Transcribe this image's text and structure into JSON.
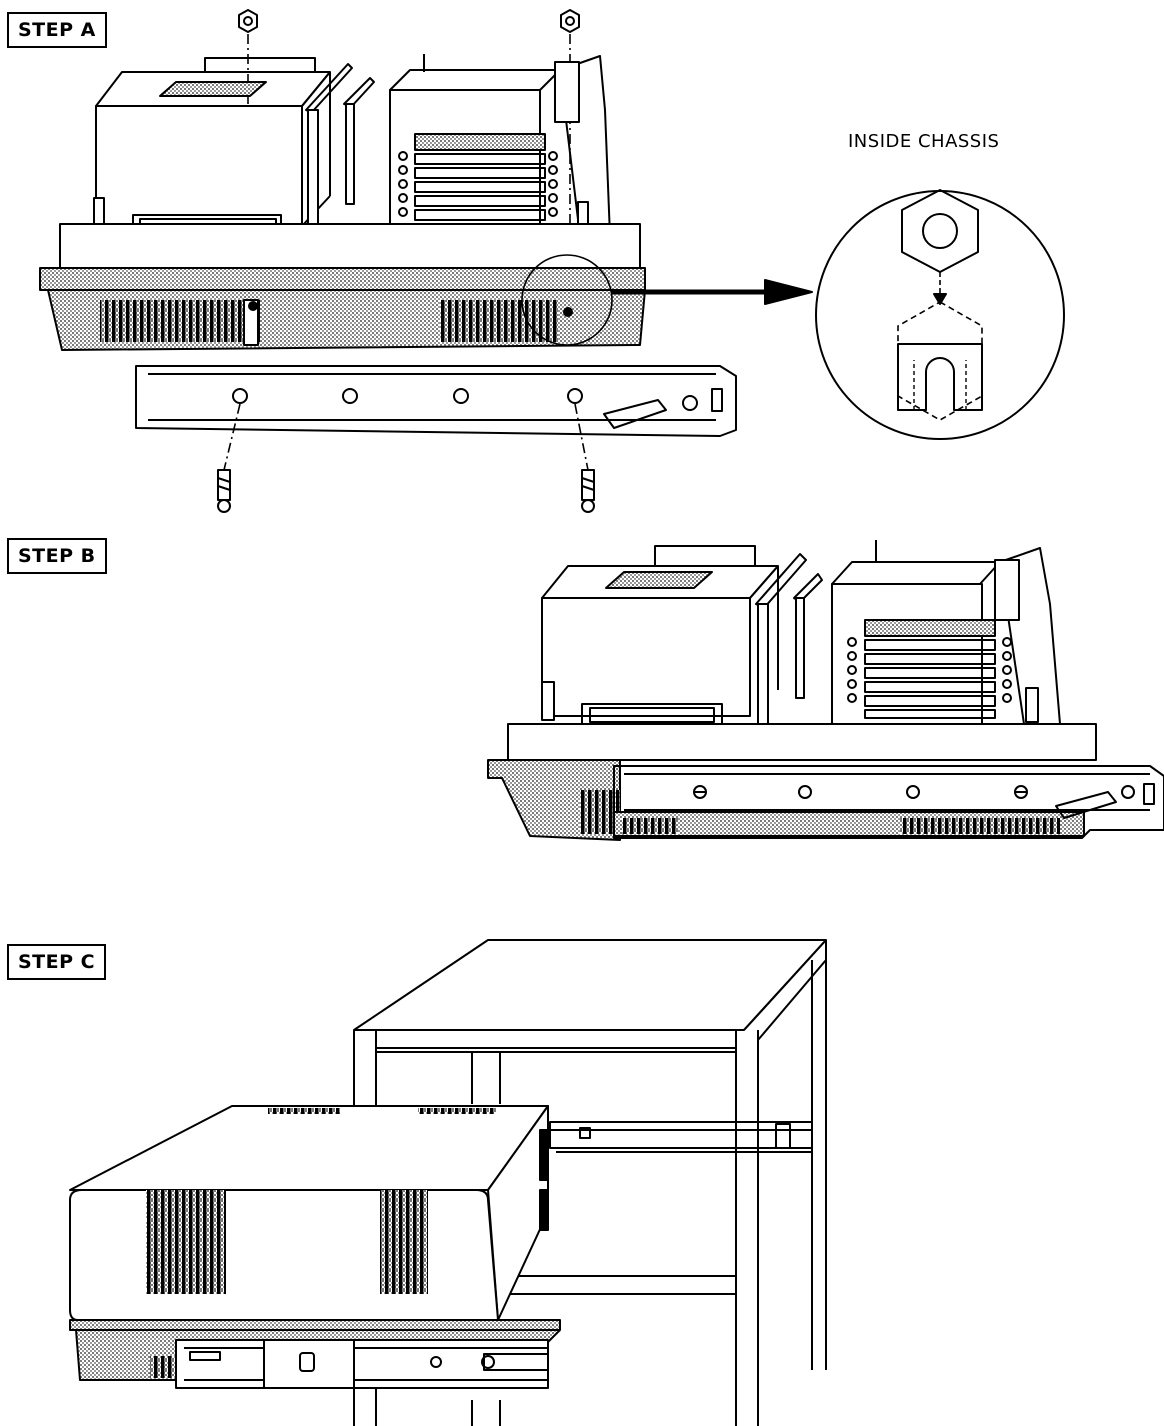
{
  "steps": {
    "a": "STEP A",
    "b": "STEP B",
    "c": "STEP C"
  },
  "callout": {
    "label": "INSIDE CHASSIS"
  },
  "colors": {
    "line": "#000000",
    "shade": "#b8b8b8",
    "background": "#ffffff"
  }
}
